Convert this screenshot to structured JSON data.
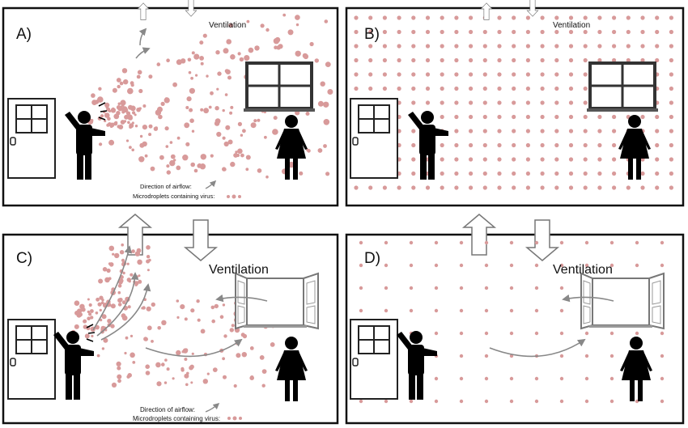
{
  "panels": [
    {
      "id": "A",
      "label": "A)",
      "ventilation_label": "Ventilation",
      "legend": {
        "airflow": "Direction of airflow:",
        "droplets": "Microdroplets containing virus:"
      },
      "window_state": "closed",
      "droplet_pattern": "emitted-cloud"
    },
    {
      "id": "B",
      "label": "B)",
      "ventilation_label": "Ventilation",
      "window_state": "closed",
      "droplet_pattern": "uniform-dense"
    },
    {
      "id": "C",
      "label": "C)",
      "ventilation_label": "Ventilation",
      "legend": {
        "airflow": "Direction of airflow:",
        "droplets": "Microdroplets containing virus:"
      },
      "window_state": "open",
      "droplet_pattern": "emitted-cloud-exhausted"
    },
    {
      "id": "D",
      "label": "D)",
      "ventilation_label": "Ventilation",
      "window_state": "open",
      "droplet_pattern": "uniform-sparse"
    }
  ],
  "colors": {
    "droplet": "#d89a9a",
    "figure": "#000000",
    "frame": "#222222",
    "arrow_gray": "#8a8a8a"
  }
}
